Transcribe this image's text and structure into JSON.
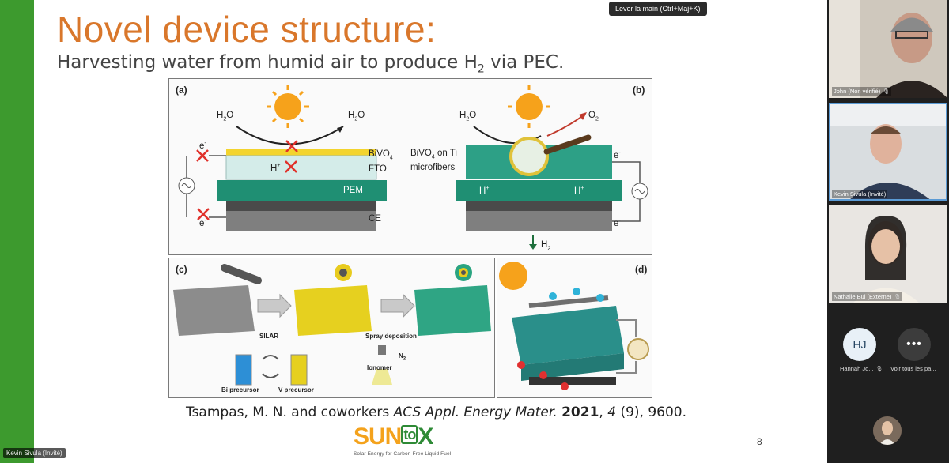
{
  "slide": {
    "title": "Novel device structure:",
    "subtitle_main": "Harvesting water from humid air to produce H",
    "subtitle_sub": "2",
    "subtitle_end": " via PEC.",
    "page_number": "8"
  },
  "tooltip": {
    "raise_hand": "Lever la main (Ctrl+Maj+K)"
  },
  "figure": {
    "panel_a_label": "(a)",
    "panel_b_label": "(b)",
    "panel_c_label": "(c)",
    "panel_d_label": "(d)",
    "h2o": "H",
    "o_sub": "2",
    "o_letter": "O",
    "bivo4": "BiVO",
    "four": "4",
    "fto": "FTO",
    "pem": "PEM",
    "ce": "CE",
    "hplus": "H",
    "plus": "+",
    "eminus": "e",
    "minus": "-",
    "bivo4_on_ti_suffix": " on Ti",
    "microfibers": "microfibers",
    "o2_letter": "O",
    "h2_letter": "H",
    "silar": "SILAR",
    "spray_deposition": "Spray deposition",
    "n2_letter": "N",
    "ionomer": "Ionomer",
    "bi_precursor": "Bi precursor",
    "v_precursor": "V precursor"
  },
  "citation": {
    "authors": "Tsampas, M. N. and coworkers ",
    "journal": "ACS Appl. Energy Mater.",
    "year": "2021",
    "volume": "4",
    "rest": " (9), 9600."
  },
  "logo": {
    "s": "SUN",
    "to": "to",
    "x": "X",
    "tagline": "Solar Energy for Carbon-Free Liquid Fuel"
  },
  "presenter_label": "Kevin Sivula (Invité)",
  "participants": [
    {
      "name": "John (Non vérifié)"
    },
    {
      "name": "Kevin Sivula (Invité)"
    },
    {
      "name": "Nathalie Bui (Externe)"
    }
  ],
  "hannah": {
    "initials": "HJ",
    "name": "Hannah Jo..."
  },
  "see_all": {
    "icon": "•••",
    "label": "Voir tous les pa..."
  }
}
